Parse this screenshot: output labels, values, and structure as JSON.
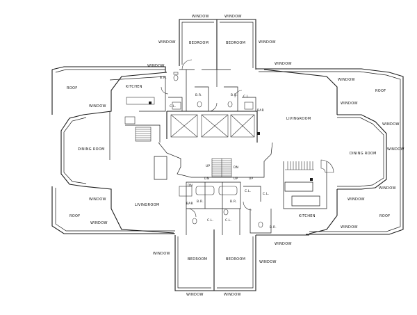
{
  "labels": {
    "window": "WINDOW",
    "bedroom": "BEDROOM",
    "roof": "ROOF",
    "kitchen": "KITCHEN",
    "br": "B.R.",
    "cl": "C.L.",
    "bar": "BAR",
    "livingroom": "LIVINGROOM",
    "dining_room": "DINING ROOM",
    "up": "UP",
    "dn": "DN"
  }
}
